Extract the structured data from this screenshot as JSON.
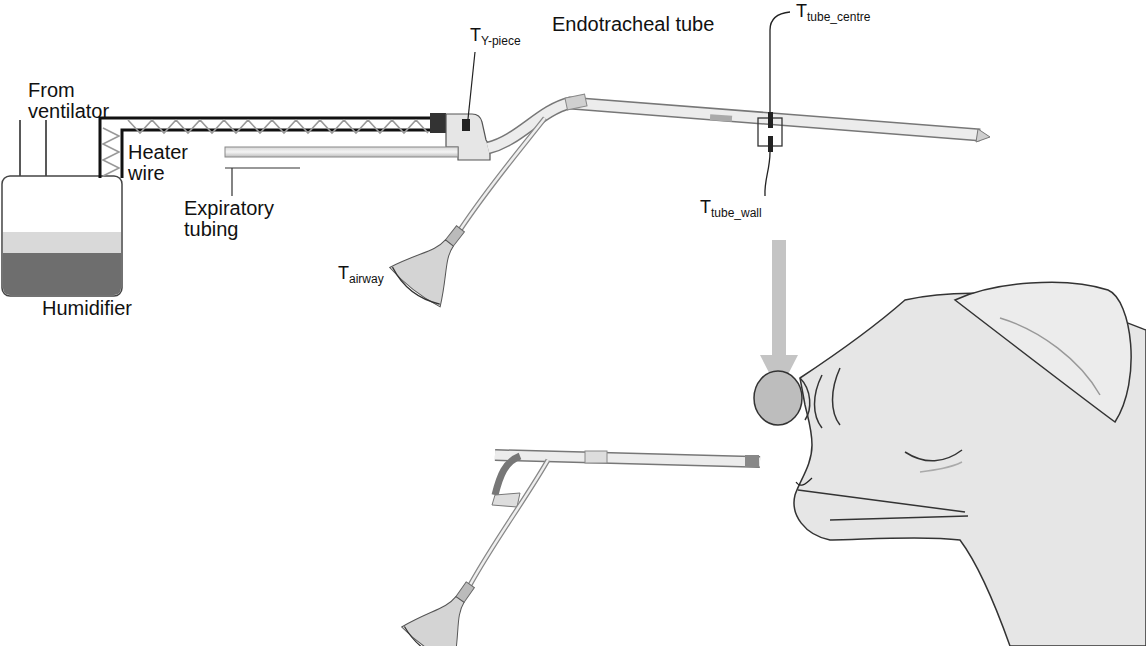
{
  "diagram": {
    "labels": [
      "From ventilator",
      "TY-piece",
      "Endotracheal tube",
      "Ttube_centre",
      "Heater wire",
      "Expiratory tubing",
      "Ttube_wall",
      "Humidifier",
      "Tairway"
    ]
  }
}
